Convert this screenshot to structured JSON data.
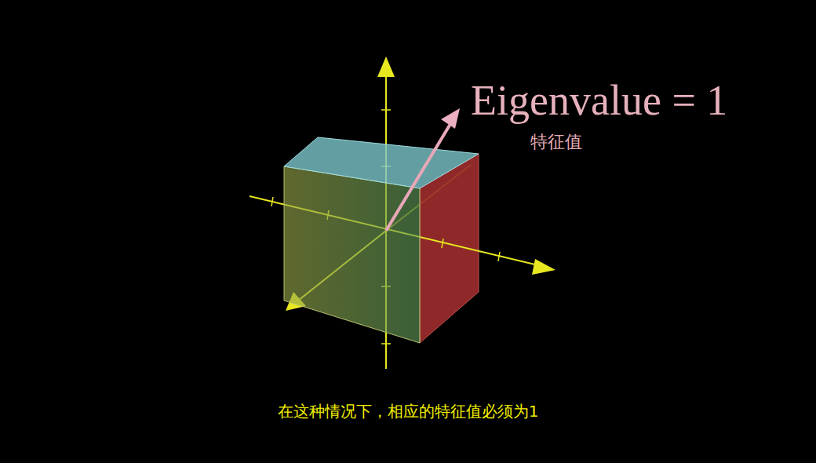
{
  "diagram": {
    "labels": [
      "Eigenvalue = 1",
      "特征值",
      "在这种情况下，相应的特征值必须为1"
    ]
  }
}
